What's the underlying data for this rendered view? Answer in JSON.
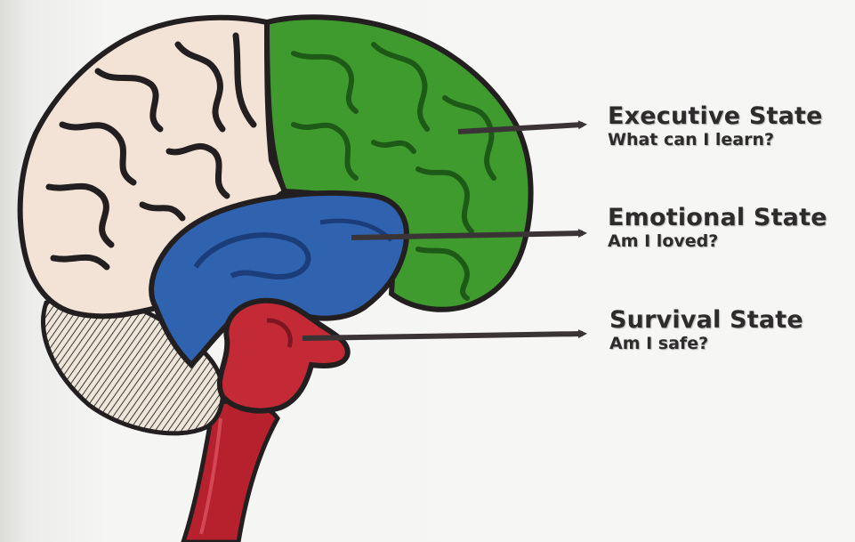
{
  "states": [
    {
      "title": "Executive State",
      "question": "What can I learn?",
      "color": "#3f9b2d"
    },
    {
      "title": "Emotional State",
      "question": "Am I loved?",
      "color": "#2f63b0"
    },
    {
      "title": "Survival State",
      "question": "Am I safe?",
      "color": "#c42a36"
    }
  ],
  "colors": {
    "outline": "#231f20",
    "cortex": "#f3e3d6",
    "cerebellum": "#e7dccd",
    "arrow": "#3b3436"
  }
}
